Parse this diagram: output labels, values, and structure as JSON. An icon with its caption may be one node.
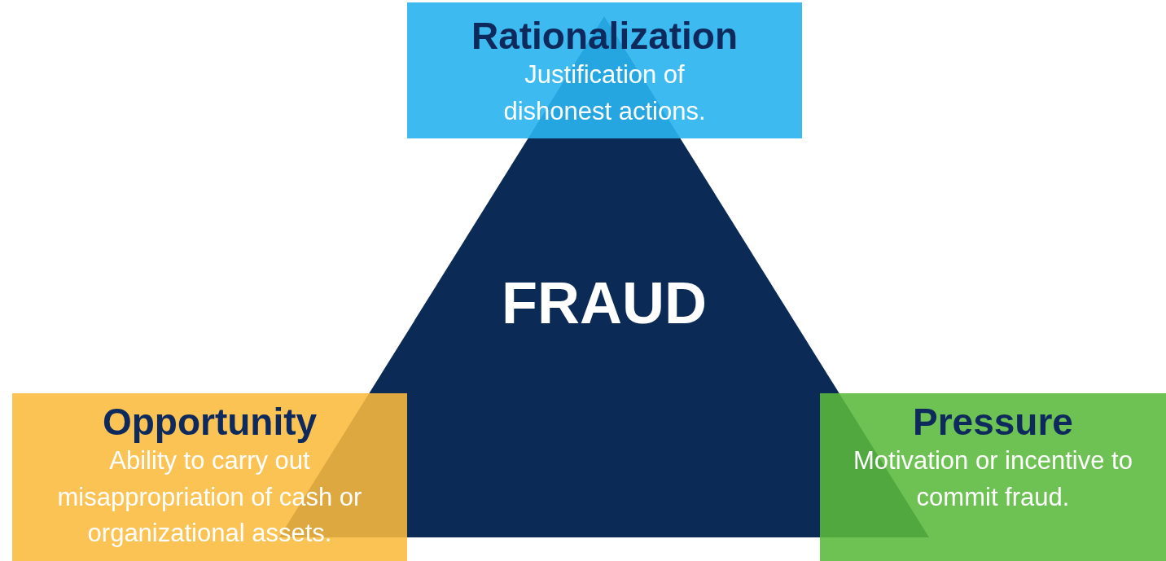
{
  "diagram": {
    "nodes": [
      {
        "text": [
          "FRAUD"
        ]
      },
      {
        "text": [
          "Rationalization",
          "Justification of dishonest actions."
        ]
      },
      {
        "text": [
          "Opportunity",
          "Ability to carry out misappropriation of cash or organizational assets."
        ]
      },
      {
        "text": [
          "Pressure",
          "Motivation or incentive to commit fraud."
        ]
      }
    ]
  }
}
